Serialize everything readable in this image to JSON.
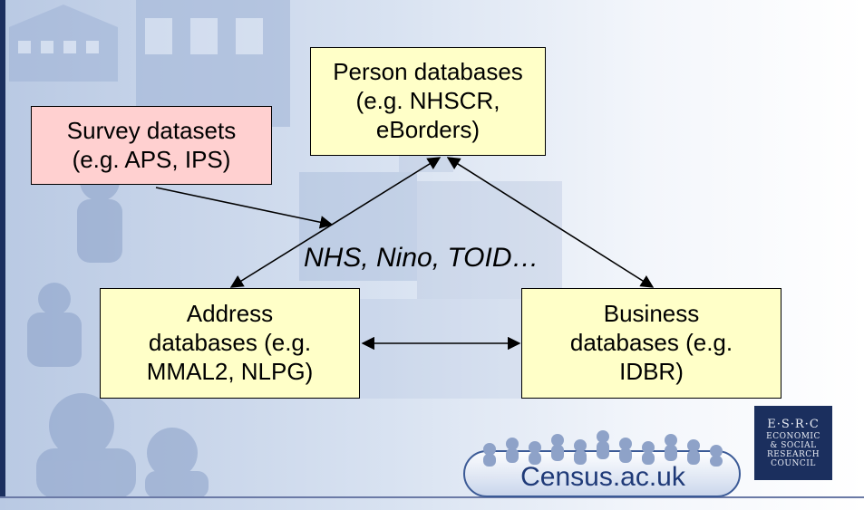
{
  "diagram": {
    "nodes": {
      "person": {
        "text": "Person databases\n(e.g. NHSCR,\neBorders)"
      },
      "survey": {
        "text": "Survey datasets\n(e.g. APS, IPS)"
      },
      "address": {
        "text": "Address\ndatabases (e.g.\nMMAL2, NLPG)"
      },
      "business": {
        "text": "Business\ndatabases (e.g.\nIDBR)"
      }
    },
    "link_label": "NHS, Nino, TOID…",
    "edges": [
      {
        "from": "address",
        "to": "person",
        "arrows": "both"
      },
      {
        "from": "person",
        "to": "business",
        "arrows": "both"
      },
      {
        "from": "address",
        "to": "business",
        "arrows": "both"
      },
      {
        "from": "survey",
        "to": "links",
        "arrows": "end"
      }
    ]
  },
  "branding": {
    "census_logo_text": "Census.ac.uk",
    "esrc_letters": "E·S·R·C",
    "esrc_lines": [
      "ECONOMIC",
      "& SOCIAL",
      "RESEARCH",
      "COUNCIL"
    ]
  },
  "colors": {
    "yellow_box": "#ffffc8",
    "pink_box": "#ffd0d0",
    "esrc_navy": "#1b2f5e",
    "census_blue": "#1f3a78",
    "bg_tint": "#c9d6ea"
  }
}
